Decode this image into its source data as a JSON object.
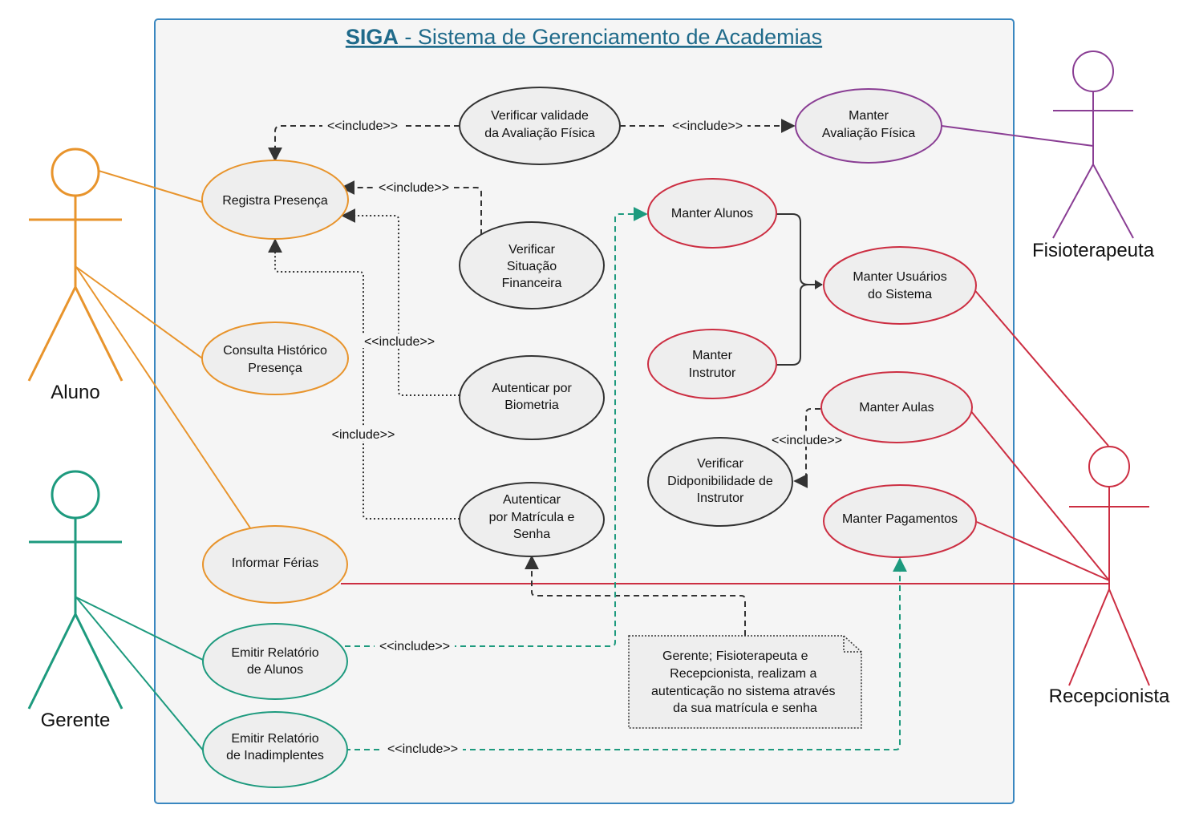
{
  "title": {
    "acronym": "SIGA",
    "rest": " - Sistema de Gerenciamento de Academias"
  },
  "colors": {
    "aluno": "#e8942c",
    "gerente": "#1d9a7e",
    "recepcionista": "#cc2e42",
    "fisioterapeuta": "#8a3e94",
    "neutral": "#333333",
    "title": "#1f6a8a",
    "boundary": "#3a87c0"
  },
  "actors": {
    "aluno": "Aluno",
    "gerente": "Gerente",
    "fisioterapeuta": "Fisioterapeuta",
    "recepcionista": "Recepcionista"
  },
  "use_cases": {
    "verificar_validade": [
      "Verificar validade",
      "da Avaliação Física"
    ],
    "manter_avaliacao": [
      "Manter",
      "Avaliação Física"
    ],
    "registra_presenca": [
      "Registra Presença"
    ],
    "verificar_situacao": [
      "Verificar",
      "Situação",
      "Financeira"
    ],
    "manter_alunos": [
      "Manter Alunos"
    ],
    "manter_usuarios": [
      "Manter Usuários",
      "do Sistema"
    ],
    "consulta_historico": [
      "Consulta Histórico",
      "Presença"
    ],
    "manter_instrutor": [
      "Manter",
      "Instrutor"
    ],
    "autenticar_biometria": [
      "Autenticar por",
      "Biometria"
    ],
    "manter_aulas": [
      "Manter Aulas"
    ],
    "verificar_disponibilidade": [
      "Verificar",
      "Didponibilidade de",
      "Instrutor"
    ],
    "autenticar_matricula": [
      "Autenticar",
      "por Matrícula e",
      "Senha"
    ],
    "manter_pagamentos": [
      "Manter Pagamentos"
    ],
    "informar_ferias": [
      "Informar Férias"
    ],
    "emitir_alunos": [
      "Emitir Relatório",
      "de Alunos"
    ],
    "emitir_inadimplentes": [
      "Emitir Relatório",
      "de Inadimplentes"
    ]
  },
  "relation_labels": {
    "validade_to_registra": "<<include>>",
    "validade_to_avaliacao": "<<include>>",
    "situacao_to_registra": "<<include>>",
    "biometria_to_registra": "<<include>>",
    "matricula_to_registra": "<include>>",
    "aulas_to_disponibilidade": "<<include>>",
    "relatorio_alunos_include": "<<include>>",
    "relatorio_inadimplentes_include": "<<include>>"
  },
  "note": [
    "Gerente; Fisioterapeuta e",
    "Recepcionista, realizam a",
    "autenticação no sistema através",
    "da sua matrícula e senha"
  ]
}
